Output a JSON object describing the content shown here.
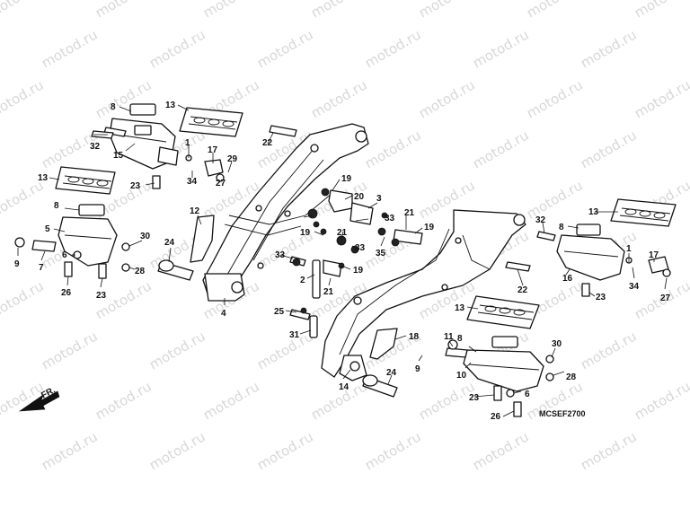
{
  "watermark": "motod.ru",
  "diagram_code": "MCSEF2700",
  "direction_label": "FR.",
  "callouts": [
    "1",
    "2",
    "3",
    "4",
    "5",
    "6",
    "7",
    "8",
    "9",
    "10",
    "11",
    "12",
    "13",
    "14",
    "15",
    "16",
    "17",
    "18",
    "19",
    "20",
    "21",
    "22",
    "23",
    "24",
    "25",
    "26",
    "27",
    "28",
    "29",
    "30",
    "31",
    "32",
    "33",
    "34",
    "35"
  ],
  "colors": {
    "line": "#111111",
    "watermark": "#d8d8d8",
    "background": "#ffffff"
  }
}
